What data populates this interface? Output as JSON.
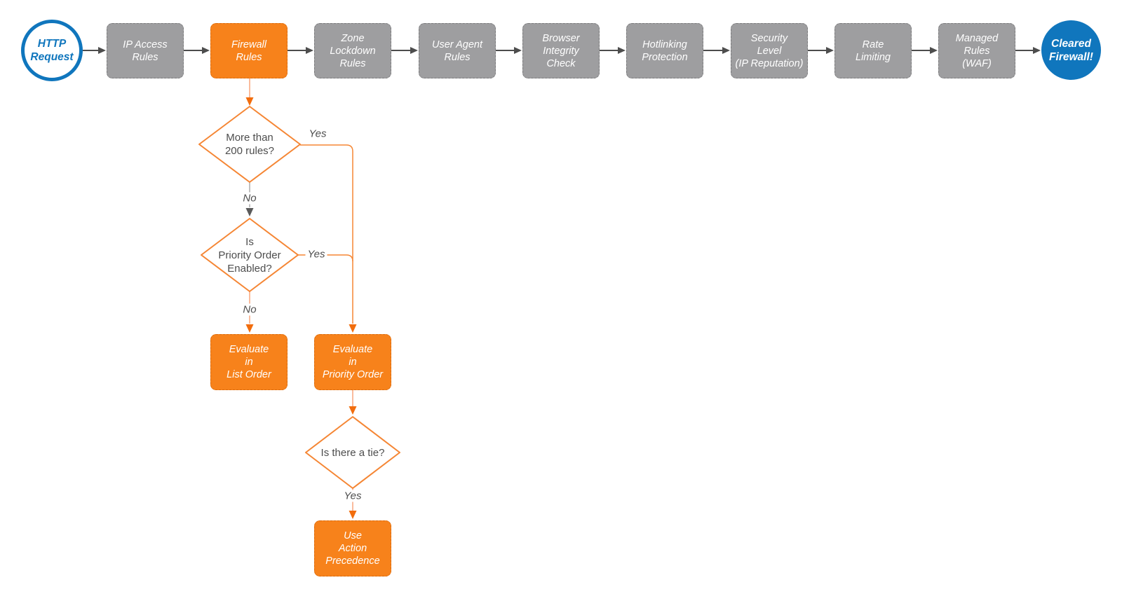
{
  "colors": {
    "orange_fill": "#f7821b",
    "gray_fill": "#9e9ea0",
    "blue": "#1076bd",
    "connector_gray": "#4d4d4d",
    "connector_orange": "#f58634",
    "connector_salmon": "#f8a47c",
    "diamond_border": "#f58634",
    "text_dark": "#4d4d4d",
    "text_white": "#ffffff"
  },
  "flow": {
    "start": {
      "label": "HTTP\nRequest"
    },
    "steps": [
      {
        "label": "IP Access\nRules"
      },
      {
        "label": "Firewall\nRules"
      },
      {
        "label": "Zone\nLockdown\nRules"
      },
      {
        "label": "User Agent\nRules"
      },
      {
        "label": "Browser\nIntegrity\nCheck"
      },
      {
        "label": "Hotlinking\nProtection"
      },
      {
        "label": "Security\nLevel\n(IP Reputation)"
      },
      {
        "label": "Rate\nLimiting"
      },
      {
        "label": "Managed\nRules\n(WAF)"
      }
    ],
    "end": {
      "label": "Cleared\nFirewall!"
    }
  },
  "branch": {
    "decision_rule_count": {
      "question": "More than\n200 rules?",
      "yes": "Yes",
      "no": "No"
    },
    "decision_priority_order": {
      "question": "Is\nPriority Order\nEnabled?",
      "yes": "Yes",
      "no": "No"
    },
    "evaluate_list": {
      "label": "Evaluate\nin\nList Order"
    },
    "evaluate_priority": {
      "label": "Evaluate\nin\nPriority Order"
    },
    "decision_tie": {
      "question": "Is there a tie?",
      "yes": "Yes"
    },
    "use_action_precedence": {
      "label": "Use\nAction\nPrecedence"
    }
  }
}
